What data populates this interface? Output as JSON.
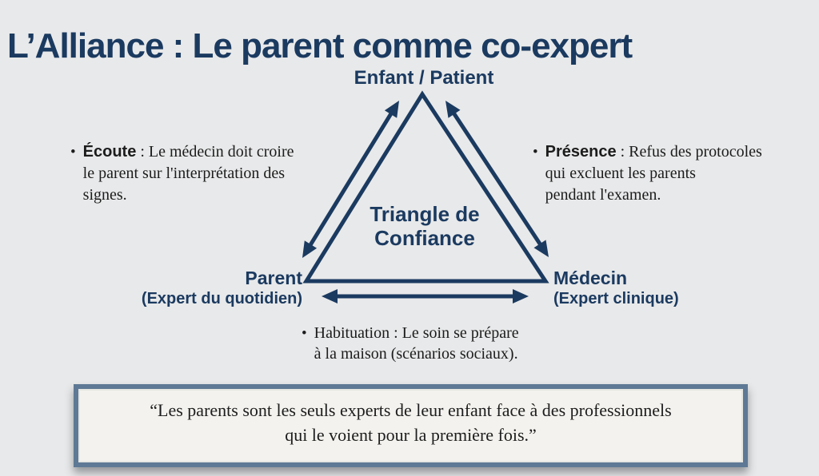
{
  "slide": {
    "title": "L’Alliance : Le parent comme co-expert"
  },
  "diagram": {
    "top_label": "Enfant / Patient",
    "center_lines": [
      "Triangle de",
      "Confiance"
    ],
    "parent_label": "Parent",
    "parent_sublabel": "(Expert du quotidien)",
    "medecin_label": "Médecin",
    "medecin_sublabel": "(Expert clinique)"
  },
  "bullets": {
    "bullet_char": "•",
    "left": {
      "lead": "Écoute",
      "line1_rest": " : Le médecin doit croire",
      "line2": "le parent sur l'interprétation des",
      "line3": "signes."
    },
    "right": {
      "lead": "Présence",
      "line1_rest": " : Refus des protocoles",
      "line2": "qui excluent les parents",
      "line3": "pendant l'examen."
    },
    "bottom": {
      "line1": "Habituation : Le soin se prépare",
      "line2": "à la maison (scénarios sociaux)."
    }
  },
  "quote": {
    "line1": "“Les parents sont les seuls experts de leur enfant face à des professionnels",
    "line2": "qui le voient pour la première fois.”"
  },
  "colors": {
    "navy": "#1b3a60",
    "background": "#e8e9ea",
    "body_text": "#1c1c1c",
    "quote_border": "#5e7995",
    "quote_background": "#f3f2ee"
  }
}
